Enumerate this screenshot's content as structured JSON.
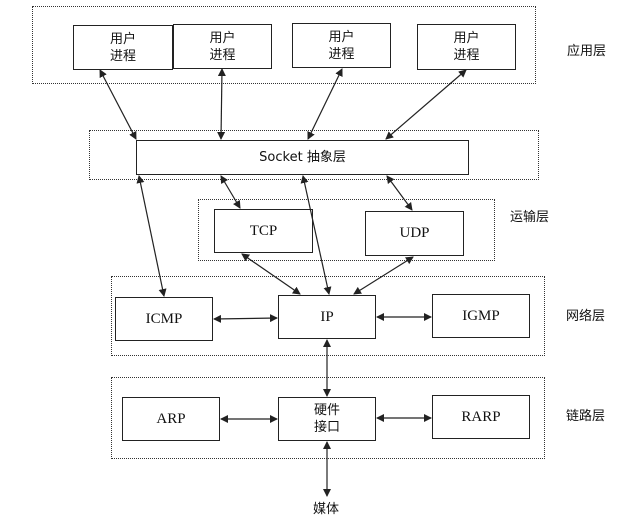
{
  "layers": {
    "application": "应用层",
    "transport": "运输层",
    "network": "网络层",
    "link": "链路层"
  },
  "boxes": {
    "user_process_1": [
      "用户",
      "进程"
    ],
    "user_process_2": [
      "用户",
      "进程"
    ],
    "user_process_3": [
      "用户",
      "进程"
    ],
    "user_process_4": [
      "用户",
      "进程"
    ],
    "socket": "Socket 抽象层",
    "tcp": "TCP",
    "udp": "UDP",
    "icmp": "ICMP",
    "ip": "IP",
    "igmp": "IGMP",
    "arp": "ARP",
    "hardware": [
      "硬件",
      "接口"
    ],
    "rarp": "RARP"
  },
  "media_label": "媒体",
  "colors": {
    "line": "#222222",
    "background": "#ffffff"
  }
}
